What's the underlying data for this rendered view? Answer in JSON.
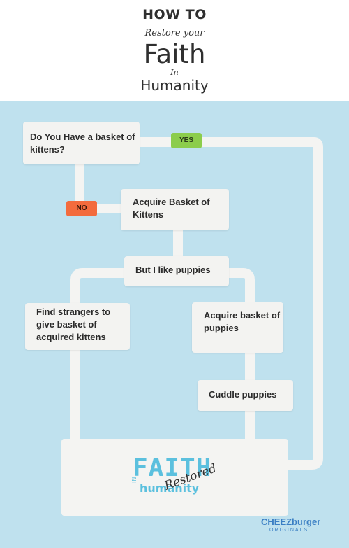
{
  "header": {
    "how_to": "HOW TO",
    "restore_your": "Restore your",
    "faith": "Faith",
    "in": "In",
    "humanity": "Humanity"
  },
  "flow": {
    "q1": "Do You Have a basket of kittens?",
    "yes": "YES",
    "no": "NO",
    "acquire_kittens": "Acquire Basket of Kittens",
    "but_puppies": "But I like puppies",
    "find_strangers": "Find strangers to give basket of acquired kittens",
    "acquire_puppies": "Acquire basket of puppies",
    "cuddle": "Cuddle puppies"
  },
  "final": {
    "faith": "FAITH",
    "in": "IN",
    "humanity": "humanity",
    "restored": "Restored"
  },
  "brand": {
    "name": "CHEEZburger",
    "sub": "ORIGINALS"
  },
  "colors": {
    "background": "#bfe1ee",
    "yes": "#8ccd4c",
    "no": "#f36b3d",
    "logo": "#5bc0de"
  }
}
